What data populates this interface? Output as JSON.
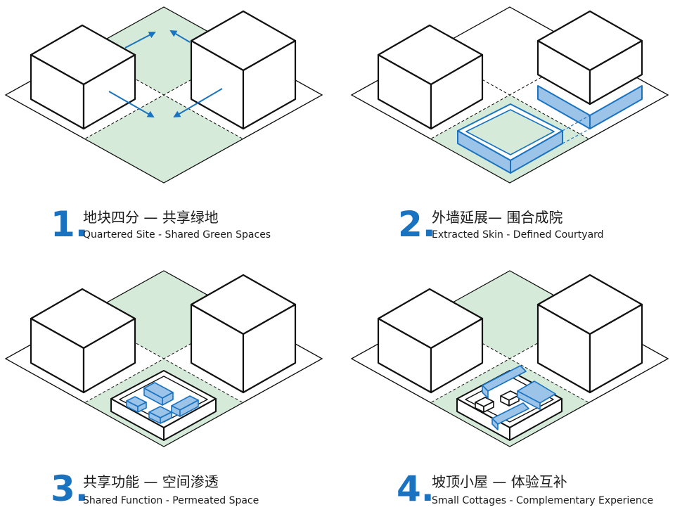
{
  "colors": {
    "accent": "#1a73c1",
    "blue_fill": "#9cc3e8",
    "green_fill": "#d5ead8",
    "line": "#111111"
  },
  "panels": [
    {
      "number": "1.",
      "title_cn": "地块四分 — 共享绿地",
      "title_en": "Quartered Site - Shared Green Spaces"
    },
    {
      "number": "2.",
      "title_cn": "外墙延展— 围合成院",
      "title_en": "Extracted Skin - Defined Courtyard"
    },
    {
      "number": "3.",
      "title_cn": "共享功能 — 空间渗透",
      "title_en": "Shared Function - Permeated Space"
    },
    {
      "number": "4.",
      "title_cn": "坡顶小屋 — 体验互补",
      "title_en": "Small Cottages - Complementary Experience"
    }
  ]
}
